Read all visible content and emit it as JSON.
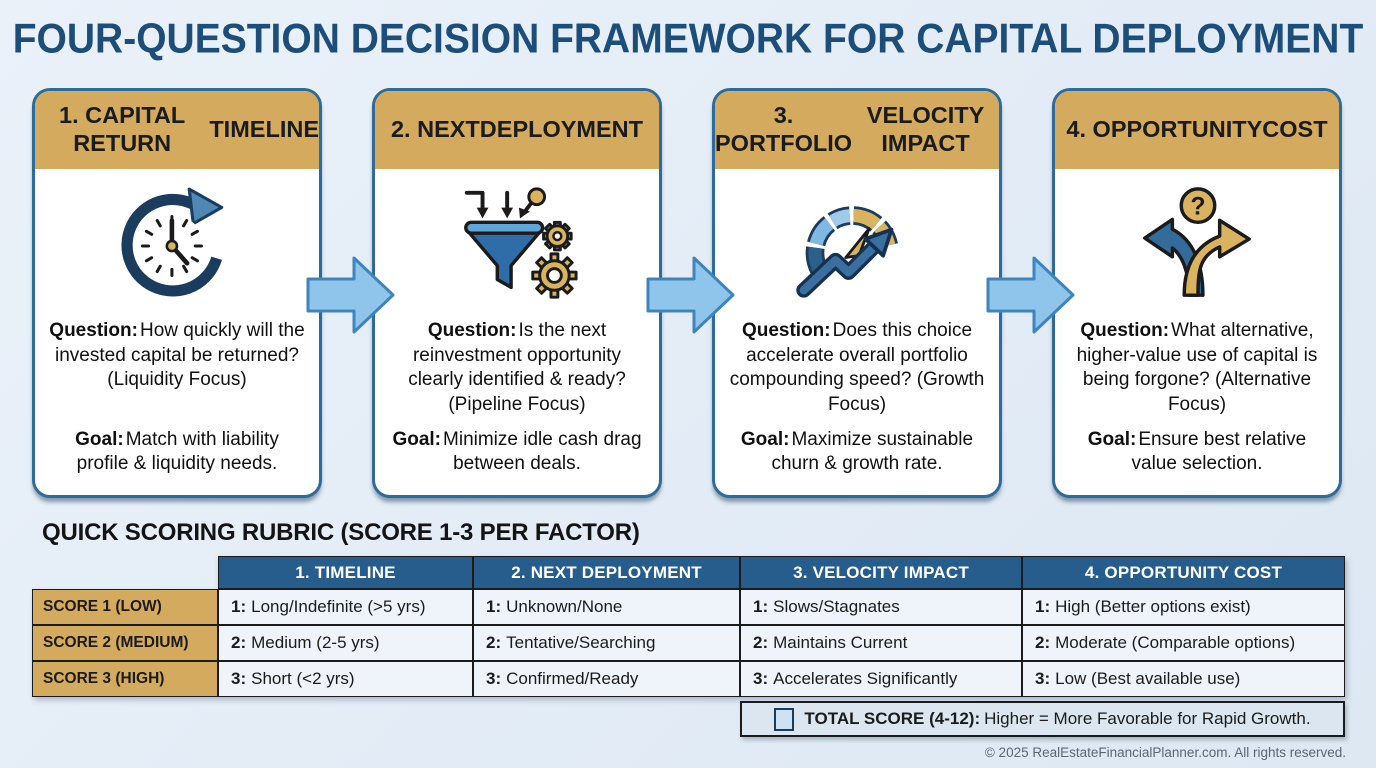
{
  "title": "FOUR-QUESTION DECISION FRAMEWORK FOR CAPITAL DEPLOYMENT",
  "cards": [
    {
      "header_line1": "1. CAPITAL RETURN",
      "header_line2": "TIMELINE",
      "icon": "clock-rotate-icon",
      "question_label": "Question:",
      "question": "How quickly will the invested capital be returned? (Liquidity Focus)",
      "goal_label": "Goal:",
      "goal": "Match with liability profile & liquidity needs."
    },
    {
      "header_line1": "2. NEXT",
      "header_line2": "DEPLOYMENT",
      "icon": "funnel-gears-icon",
      "question_label": "Question:",
      "question": "Is the next reinvestment opportunity clearly identified & ready? (Pipeline Focus)",
      "goal_label": "Goal:",
      "goal": "Minimize idle cash drag between deals."
    },
    {
      "header_line1": "3. PORTFOLIO",
      "header_line2": "VELOCITY IMPACT",
      "icon": "gauge-growth-icon",
      "question_label": "Question:",
      "question": "Does this choice accelerate overall portfolio compounding speed? (Growth Focus)",
      "goal_label": "Goal:",
      "goal": "Maximize sustainable churn & growth rate."
    },
    {
      "header_line1": "4. OPPORTUNITY",
      "header_line2": "COST",
      "icon": "crossroads-question-icon",
      "question_label": "Question:",
      "question": "What alternative, higher-value use of capital is being forgone? (Alternative Focus)",
      "goal_label": "Goal:",
      "goal": "Ensure best relative value selection."
    }
  ],
  "rubric": {
    "heading": "QUICK SCORING RUBRIC (SCORE 1-3 PER FACTOR)",
    "columns": [
      "1. TIMELINE",
      "2. NEXT DEPLOYMENT",
      "3. VELOCITY IMPACT",
      "4. OPPORTUNITY COST"
    ],
    "rows": [
      {
        "label": "SCORE 1 (LOW)",
        "cells": [
          {
            "num": "1:",
            "text": "Long/Indefinite (>5 yrs)"
          },
          {
            "num": "1:",
            "text": "Unknown/None"
          },
          {
            "num": "1:",
            "text": "Slows/Stagnates"
          },
          {
            "num": "1:",
            "text": "High (Better options exist)"
          }
        ]
      },
      {
        "label": "SCORE 2 (MEDIUM)",
        "cells": [
          {
            "num": "2:",
            "text": "Medium (2-5 yrs)"
          },
          {
            "num": "2:",
            "text": "Tentative/Searching"
          },
          {
            "num": "2:",
            "text": "Maintains Current"
          },
          {
            "num": "2:",
            "text": "Moderate (Comparable options)"
          }
        ]
      },
      {
        "label": "SCORE 3 (HIGH)",
        "cells": [
          {
            "num": "3:",
            "text": "Short (<2 yrs)"
          },
          {
            "num": "3:",
            "text": "Confirmed/Ready"
          },
          {
            "num": "3:",
            "text": "Accelerates Significantly"
          },
          {
            "num": "3:",
            "text": "Low (Best available use)"
          }
        ]
      }
    ],
    "total": {
      "checkbox_icon": "checkbox-icon",
      "bold": "TOTAL SCORE (4-12):",
      "text": "Higher = More Favorable for Rapid Growth."
    }
  },
  "footer": "© 2025 RealEstateFinancialPlanner.com. All rights reserved.",
  "colors": {
    "gold": "#d4ab5e",
    "title_navy": "#1d4e79",
    "card_border": "#2f6a99",
    "flow_arrow_fill": "#8fc5eb",
    "flow_arrow_border": "#3f85bd",
    "table_header_bg": "#265d8c",
    "cell_bg": "#eef4fa",
    "total_bg": "#dbe6f1",
    "icon_blue": "#2f6da8",
    "icon_navy": "#1c3c5e"
  }
}
